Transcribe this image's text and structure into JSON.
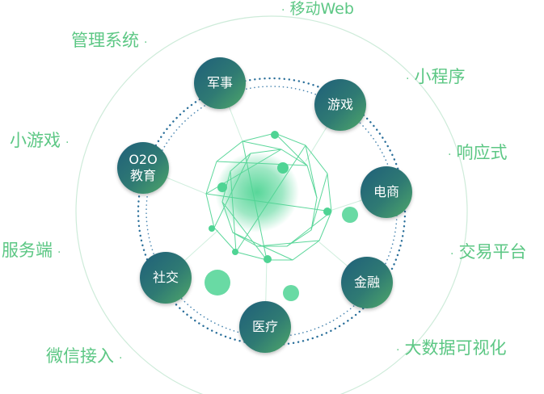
{
  "colors": {
    "accent": "#5cc784",
    "node_from": "#1f5f7a",
    "node_to": "#4fa86a",
    "orbit_dots": "#2a6f9a",
    "globe": "#4fd494"
  },
  "outer_labels": [
    {
      "key": "mobile_web",
      "text": "移动Web"
    },
    {
      "key": "mini_program",
      "text": "小程序"
    },
    {
      "key": "responsive",
      "text": "响应式"
    },
    {
      "key": "trading_platform",
      "text": "交易平台"
    },
    {
      "key": "big_data",
      "text": "大数据可视化"
    },
    {
      "key": "wechat",
      "text": "微信接入"
    },
    {
      "key": "server",
      "text": "服务端"
    },
    {
      "key": "mini_game",
      "text": "小游戏"
    },
    {
      "key": "admin_system",
      "text": "管理系统"
    }
  ],
  "nodes": [
    {
      "key": "military",
      "lines": [
        "军事"
      ]
    },
    {
      "key": "game",
      "lines": [
        "游戏"
      ]
    },
    {
      "key": "ecommerce",
      "lines": [
        "电商"
      ]
    },
    {
      "key": "finance",
      "lines": [
        "金融"
      ]
    },
    {
      "key": "medical",
      "lines": [
        "医疗"
      ]
    },
    {
      "key": "social",
      "lines": [
        "社交"
      ]
    },
    {
      "key": "o2o",
      "lines": [
        "O2O",
        "教育"
      ]
    }
  ]
}
